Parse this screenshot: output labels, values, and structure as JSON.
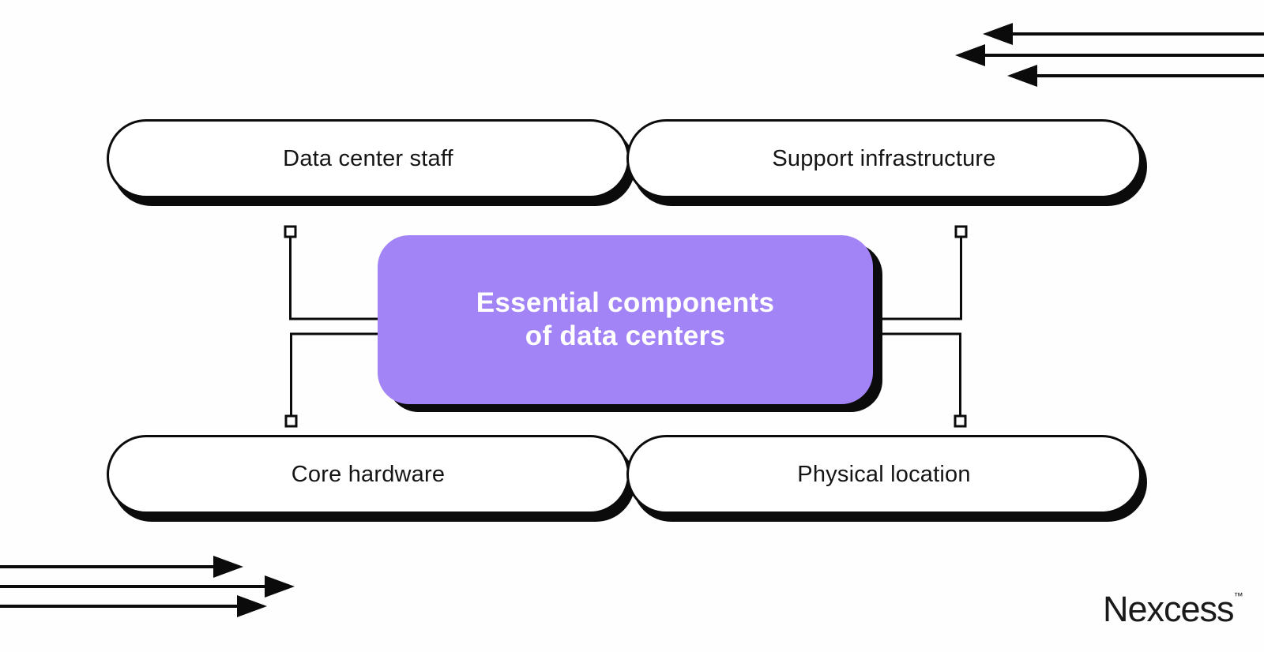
{
  "page": {
    "background": "#fffefe",
    "ink_color": "#0b0b0b",
    "accent_purple": "#a284f7"
  },
  "center_box": {
    "line1": "Essential components",
    "line2": "of data centers"
  },
  "nodes": [
    {
      "label": "Data center staff"
    },
    {
      "label": "Support infrastructure"
    },
    {
      "label": "Core hardware"
    },
    {
      "label": "Physical location"
    }
  ],
  "branding": {
    "logo": "Nexcess",
    "trademark": "™"
  }
}
